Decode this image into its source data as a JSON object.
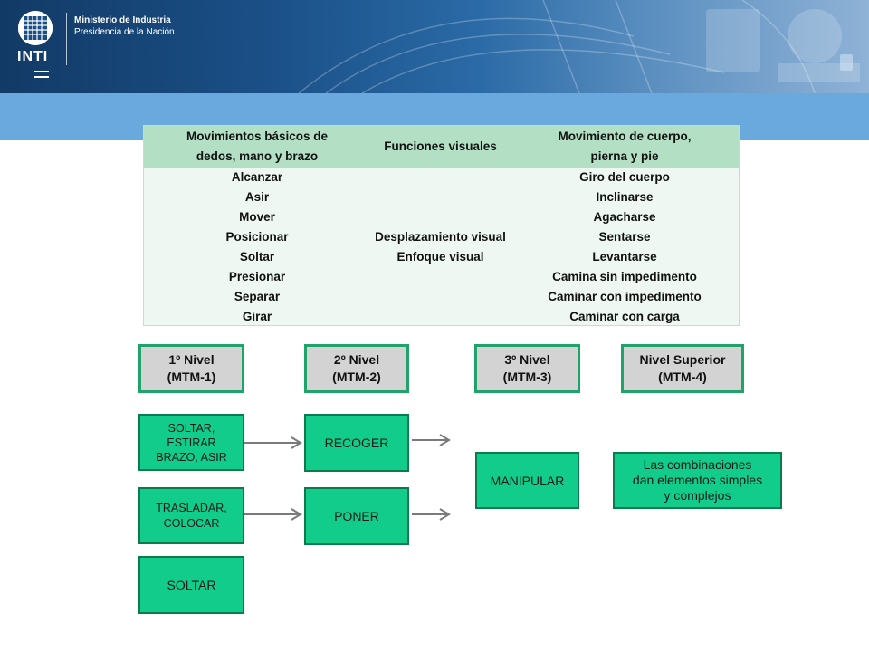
{
  "header": {
    "ministry_line1": "Ministerio de Industria",
    "ministry_line2": "Presidencia de la Nación",
    "logo_text": "INTI"
  },
  "table": {
    "headers": [
      [
        "Movimientos básicos de",
        "dedos, mano y brazo"
      ],
      [
        "Funciones visuales"
      ],
      [
        "Movimiento de cuerpo,",
        "pierna y pie"
      ]
    ],
    "col1": [
      "Alcanzar",
      "Asir",
      "Mover",
      "Posicionar",
      "Soltar",
      "Presionar",
      "Separar",
      "Girar"
    ],
    "col2": [
      "Desplazamiento visual",
      "Enfoque visual"
    ],
    "col3": [
      "Giro del cuerpo",
      "Inclinarse",
      "Agacharse",
      "Sentarse",
      "Levantarse",
      "Camina sin impedimento",
      "Caminar con impedimento",
      "Caminar con carga"
    ]
  },
  "levels": [
    {
      "line1": "1º Nivel",
      "line2": "(MTM-1)"
    },
    {
      "line1": "2º Nivel",
      "line2": "(MTM-2)"
    },
    {
      "line1": "3º Nivel",
      "line2": "(MTM-3)"
    },
    {
      "line1": "Nivel Superior",
      "line2": "(MTM-4)"
    }
  ],
  "mtm1": {
    "box1": [
      "SOLTAR,",
      "ESTIRAR",
      "BRAZO, ASIR"
    ],
    "box2": [
      "TRASLADAR,",
      "COLOCAR"
    ],
    "box3": "SOLTAR"
  },
  "mtm2": {
    "box1": "RECOGER",
    "box2": "PONER"
  },
  "mtm3": {
    "box1": "MANIPULAR"
  },
  "mtm4": {
    "box1": [
      "Las combinaciones",
      "dan elementos simples",
      "y complejos"
    ]
  },
  "colors": {
    "header_dark": "#123a66",
    "band": "#6aa9de",
    "table_header": "#b3e0c5",
    "table_body": "#eef7f1",
    "box_green": "#11cc8a",
    "level_gray": "#d3d3d3",
    "level_border": "#1fa36a"
  }
}
